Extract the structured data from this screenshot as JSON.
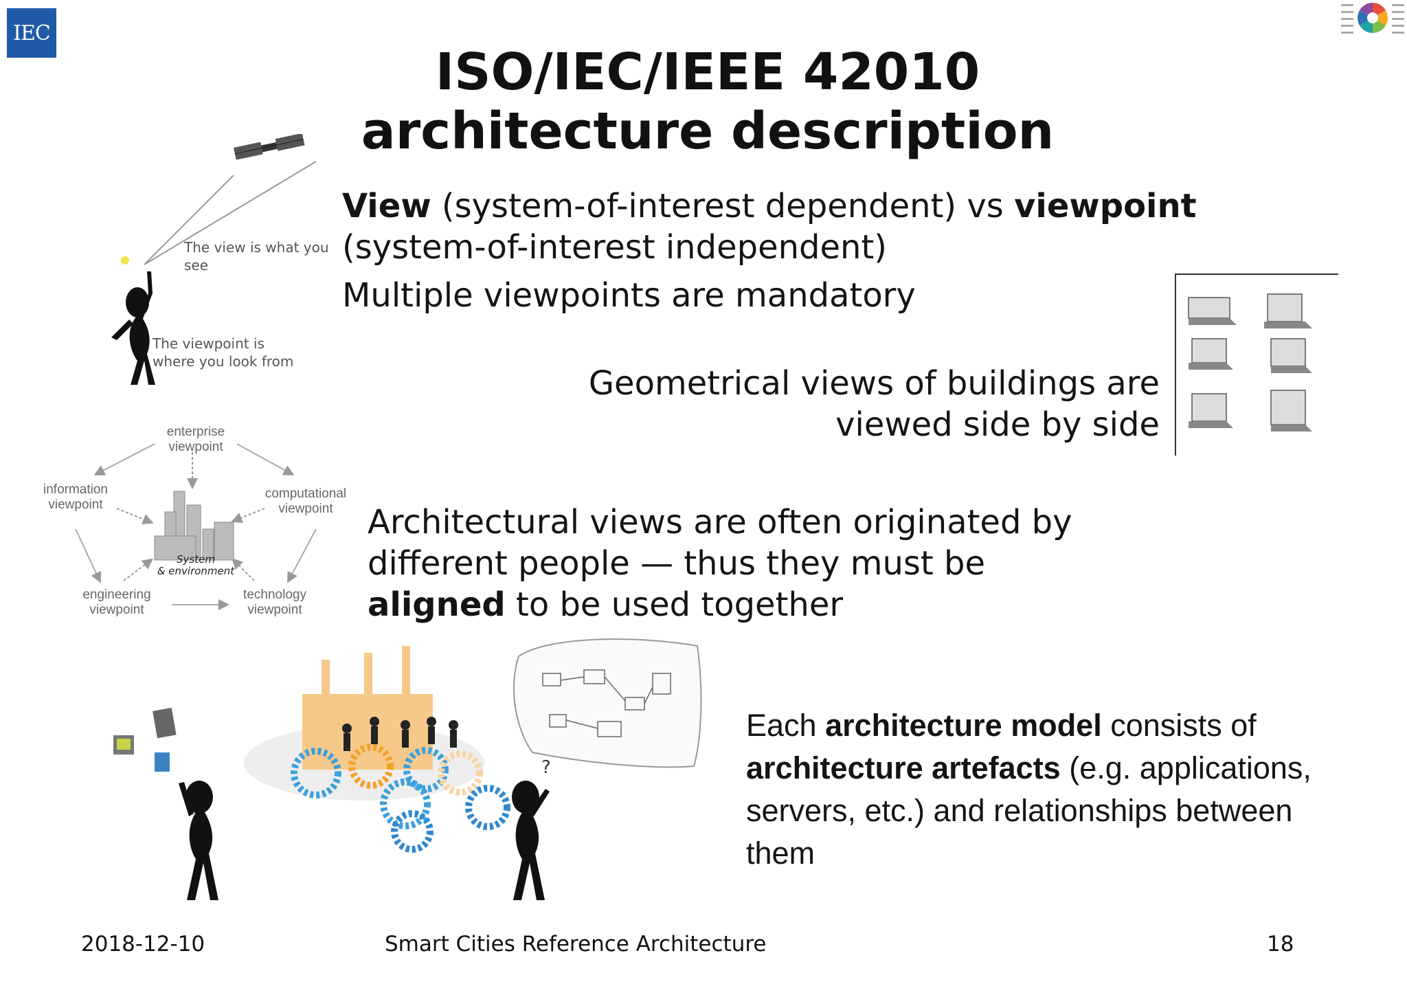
{
  "logo": {
    "text": "IEC"
  },
  "title": {
    "line1": "ISO/IEC/IEEE 42010",
    "line2": "architecture description"
  },
  "body": {
    "p1": {
      "b1": "View",
      "t1": " (system-of-interest dependent) vs ",
      "b2": "viewpoint",
      "t2": "(system-of-interest independent)"
    },
    "p2": "Multiple viewpoints are mandatory",
    "p3": {
      "line1": "Geometrical views of buildings are",
      "line2": "viewed side by side"
    },
    "p4": {
      "line1": "Architectural views are often originated by",
      "line2": "different people — thus they must be",
      "b": "aligned",
      "line3_rest": " to be used together"
    },
    "p5": {
      "t1": "Each ",
      "b1": "architecture model",
      "t2": " consists of ",
      "b2": "architecture artefacts",
      "t3": " (e.g. applications, servers, etc.) and relationships between them"
    }
  },
  "figure_viewpoint": {
    "note1": "The view is what you see",
    "note2": "The viewpoint is where you look from"
  },
  "figure_rmodp": {
    "enterprise": "enterprise viewpoint",
    "information": "information viewpoint",
    "computational": "computational viewpoint",
    "engineering": "engineering viewpoint",
    "technology": "technology viewpoint",
    "center_line1": "System",
    "center_line2": "& environment"
  },
  "footer": {
    "date": "2018-12-10",
    "title": "Smart Cities Reference Architecture",
    "page": "18"
  }
}
